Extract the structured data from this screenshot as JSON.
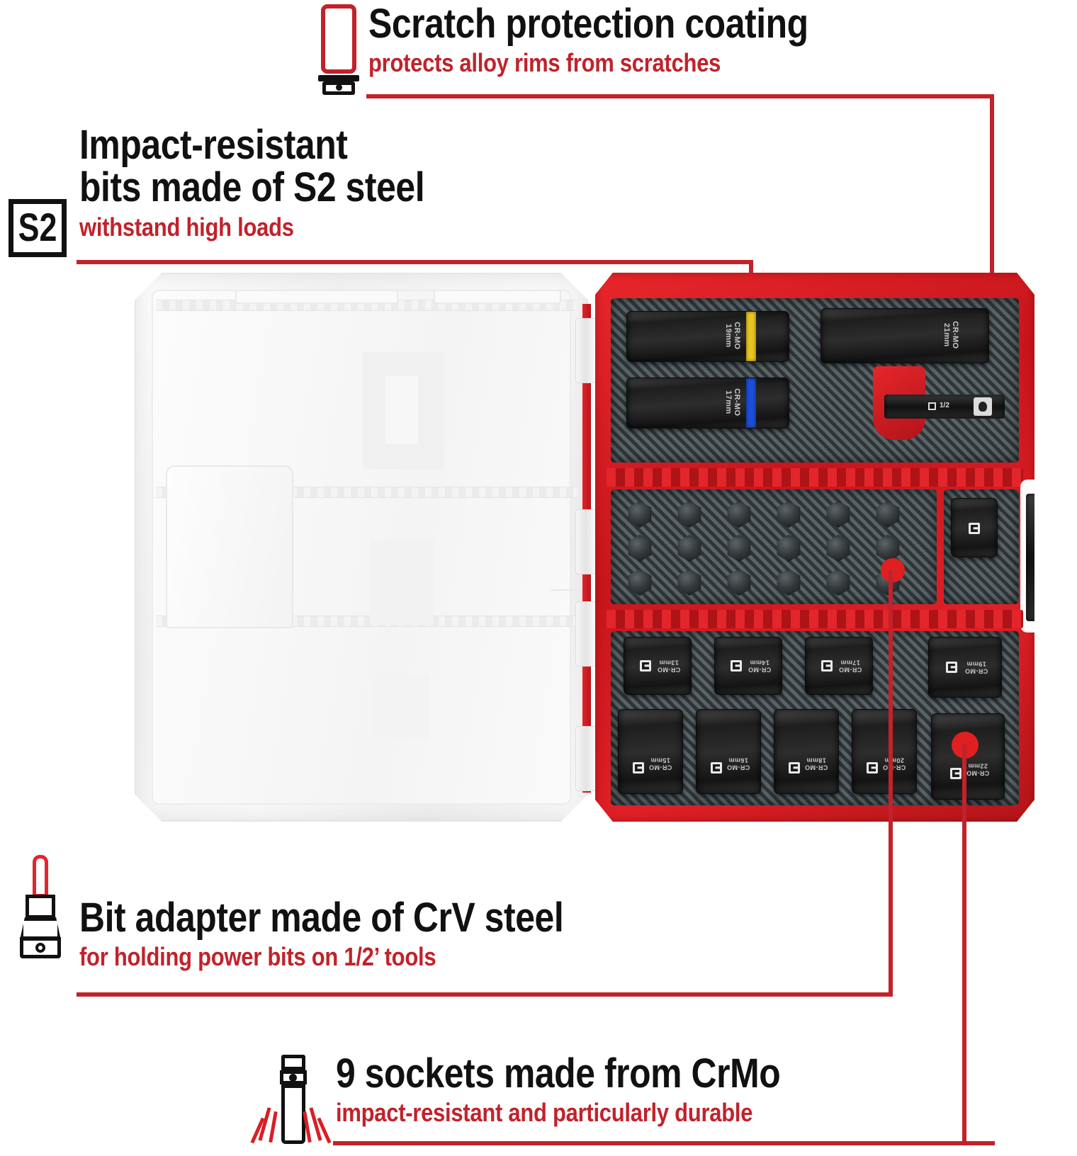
{
  "colors": {
    "red": "#C1222B",
    "tray_red": "#D81F24",
    "black": "#111111",
    "carbon": "#3C4448",
    "dot": "#E01F20"
  },
  "callouts": [
    {
      "id": "scratch-protection",
      "title": "Scratch protection coating",
      "subtitle": "protects alloy rims from scratches",
      "icon": "socket-sleeve-icon"
    },
    {
      "id": "s2-steel-bits",
      "title": "Impact-resistant\nbits made of S2 steel",
      "subtitle": "withstand high loads",
      "icon": "s2-badge-icon",
      "icon_label": "S2"
    },
    {
      "id": "bit-adapter",
      "title": "Bit adapter made of CrV steel",
      "subtitle": "for holding power bits on 1/2’ tools",
      "icon": "bit-adapter-icon"
    },
    {
      "id": "crmo-sockets",
      "title": "9 sockets made from CrMo",
      "subtitle": "impact-resistant and particularly durable",
      "icon": "impact-socket-icon"
    }
  ],
  "product": {
    "name": "impact-socket-case",
    "lid": {
      "name": "transparent-lid"
    },
    "hinge": {
      "name": "case-hinge"
    },
    "tray": {
      "name": "red-socket-tray"
    },
    "deep_sockets": [
      {
        "label": "CR-MO\n19mm",
        "band": "#E8C520"
      },
      {
        "label": "CR-MO\n17mm",
        "band": "#1B4FD8"
      },
      {
        "label": "CR-MO\n21mm",
        "band": ""
      }
    ],
    "adapter": {
      "label": "1/2"
    },
    "impact_sockets_row1": [
      "CR-MO\n13mm",
      "CR-MO\n14mm",
      "CR-MO\n17mm",
      "CR-MO\n19mm"
    ],
    "impact_sockets_row2": [
      "CR-MO\n15mm",
      "CR-MO\n16mm",
      "CR-MO\n18mm",
      "CR-MO\n20mm",
      "CR-MO\n22mm"
    ],
    "bit_rows": 3,
    "bit_cols": 6,
    "extension_bar": {
      "name": "extension-bar"
    }
  }
}
